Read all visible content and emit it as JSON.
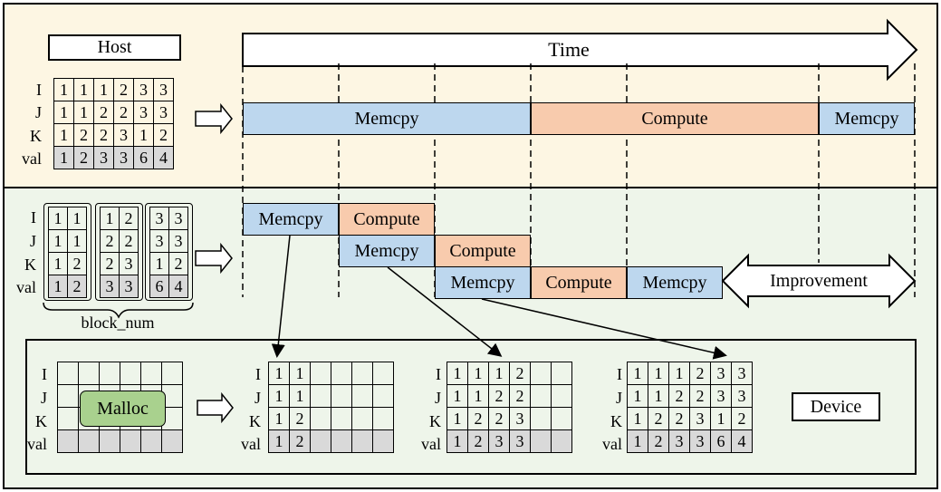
{
  "host": {
    "label": "Host",
    "time_label": "Time",
    "row_labels": [
      "I",
      "J",
      "K",
      "val"
    ],
    "matrix": [
      [
        "1",
        "1",
        "1",
        "2",
        "3",
        "3"
      ],
      [
        "1",
        "1",
        "2",
        "2",
        "3",
        "3"
      ],
      [
        "1",
        "2",
        "2",
        "3",
        "1",
        "2"
      ],
      [
        "1",
        "2",
        "3",
        "3",
        "6",
        "4"
      ]
    ],
    "bars": [
      {
        "label": "Memcpy",
        "kind": "memcpy"
      },
      {
        "label": "Compute",
        "kind": "compute"
      },
      {
        "label": "Memcpy",
        "kind": "memcpy"
      }
    ]
  },
  "pipeline": {
    "row_labels": [
      "I",
      "J",
      "K",
      "val"
    ],
    "blocks": [
      [
        [
          "1",
          "1"
        ],
        [
          "1",
          "1"
        ],
        [
          "1",
          "2"
        ],
        [
          "1",
          "2"
        ]
      ],
      [
        [
          "1",
          "2"
        ],
        [
          "2",
          "2"
        ],
        [
          "2",
          "3"
        ],
        [
          "3",
          "3"
        ]
      ],
      [
        [
          "3",
          "3"
        ],
        [
          "3",
          "3"
        ],
        [
          "1",
          "2"
        ],
        [
          "6",
          "4"
        ]
      ]
    ],
    "brace_label": "block_num",
    "bars": [
      {
        "label": "Memcpy",
        "kind": "memcpy"
      },
      {
        "label": "Compute",
        "kind": "compute"
      },
      {
        "label": "Memcpy",
        "kind": "memcpy"
      },
      {
        "label": "Compute",
        "kind": "compute"
      },
      {
        "label": "Memcpy",
        "kind": "memcpy"
      },
      {
        "label": "Compute",
        "kind": "compute"
      },
      {
        "label": "Memcpy",
        "kind": "memcpy"
      }
    ],
    "improvement_label": "Improvement"
  },
  "device": {
    "label": "Device",
    "malloc_label": "Malloc",
    "row_labels": [
      "I",
      "J",
      "K",
      "val"
    ],
    "stages": [
      [
        [
          "1",
          "1",
          "",
          "",
          "",
          "",
          ""
        ],
        [
          "1",
          "1",
          "",
          "",
          "",
          "",
          ""
        ],
        [
          "1",
          "2",
          "",
          "",
          "",
          "",
          ""
        ],
        [
          "1",
          "2",
          "",
          "",
          "",
          "",
          ""
        ]
      ],
      [
        [
          "1",
          "1",
          "1",
          "2",
          "",
          ""
        ],
        [
          "1",
          "1",
          "2",
          "2",
          "",
          ""
        ],
        [
          "1",
          "2",
          "2",
          "3",
          "",
          ""
        ],
        [
          "1",
          "2",
          "3",
          "3",
          "",
          ""
        ]
      ],
      [
        [
          "1",
          "1",
          "1",
          "2",
          "3",
          "3"
        ],
        [
          "1",
          "1",
          "2",
          "2",
          "3",
          "3"
        ],
        [
          "1",
          "2",
          "2",
          "3",
          "1",
          "2"
        ],
        [
          "1",
          "2",
          "3",
          "3",
          "6",
          "4"
        ]
      ]
    ]
  },
  "colors": {
    "host_bg": "#fdf6e3",
    "pipeline_bg": "#eef5ea",
    "memcpy": "#bdd7ee",
    "compute": "#f8cbad",
    "malloc": "#a9d18e",
    "val_row": "#d9d9d9"
  }
}
